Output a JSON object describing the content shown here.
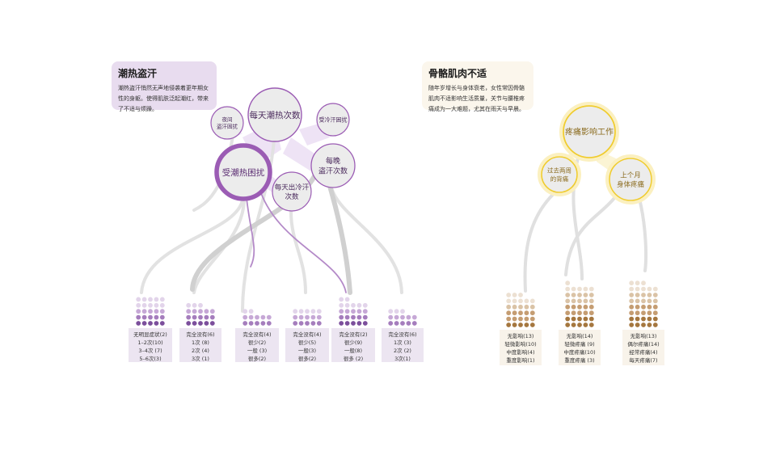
{
  "hot_flash": {
    "title": "潮热盗汗",
    "desc": "潮热盗汗悄然无声地侵袭着更年期女性的身躯。使得肌肤泛起潮红，带来了不适与烦躁。",
    "main_circle": "受潮热困扰",
    "sub_circles": [
      "每天潮热次数",
      "夜间盗汗困扰",
      "受冷汗困扰",
      "每晚盗汗次数",
      "每天出冷汗次数"
    ],
    "groups": [
      {
        "dots_total": 25,
        "levels": [
          "无明显症状(2)",
          "1–2次(10)",
          "3–4次 (7)",
          "5–6次(3)"
        ]
      },
      {
        "dots_total": 18,
        "levels": [
          "完全没有(6)",
          "1次 (8)",
          "2次 (4)",
          "3次 (1)"
        ]
      },
      {
        "dots_total": 12,
        "levels": [
          "完全没有(4)",
          "很少(2)",
          "一般 (3)",
          "很多(2)"
        ]
      },
      {
        "dots_total": 15,
        "levels": [
          "完全没有(4)",
          "很少(5)",
          "一般(3)",
          "很多(2)"
        ]
      },
      {
        "dots_total": 22,
        "levels": [
          "完全没有(2)",
          "很少(9)",
          "一般(8)",
          "很多 (2)"
        ]
      },
      {
        "dots_total": 13,
        "levels": [
          "完全没有(6)",
          "1次 (3)",
          "2次 (2)",
          "3次(1)"
        ]
      }
    ]
  },
  "bone_pain": {
    "title": "骨骼肌肉不适",
    "desc": "随年岁增长与身体衰老，女性常因骨骼肌肉不适影响生活质量，关节与腰椎疼痛成为一大难题，尤其在雨天与早晨。",
    "main_circle": "疼痛影响工作",
    "sub_circles": [
      "过去两周的背痛",
      "上个月身体疼痛"
    ],
    "groups": [
      {
        "dots_total": 28,
        "levels": [
          "无影响(13)",
          "轻微影响(10)",
          "中度影响(4)",
          "重度影响(1)"
        ]
      },
      {
        "dots_total": 36,
        "levels": [
          "无影响(14)",
          "轻微疼痛 (9)",
          "中度疼痛(10)",
          "重度疼痛 (3)"
        ]
      },
      {
        "dots_total": 38,
        "levels": [
          "无影响(13)",
          "偶尔疼痛(14)",
          "经常疼痛(4)",
          "每天疼痛(7)"
        ]
      }
    ]
  },
  "colors": {
    "purple_main": "#9b5cb4",
    "purple_light": "#e3d3ec",
    "yellow_main": "#f0cc2e",
    "yellow_light": "#fbf0c0",
    "circle_fill": "#ececec",
    "link_gray": "#dddddd",
    "purple_dots": [
      "#e2d4ea",
      "#c6a8d6",
      "#a57dbd",
      "#7c4f9c"
    ],
    "brown_dots": [
      "#ece0d2",
      "#dac3a6",
      "#c59d72",
      "#a5773f"
    ]
  }
}
